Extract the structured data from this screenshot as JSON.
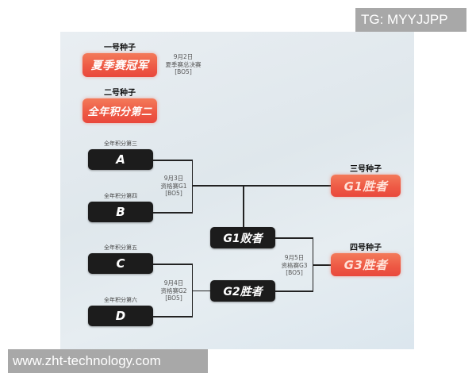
{
  "watermarks": {
    "top_right": "TG: MYYJJPP",
    "bottom_left": "www.zht-technology.com"
  },
  "seeds": {
    "seed1": {
      "label": "一号种子",
      "team": "夏季赛冠军"
    },
    "seed2": {
      "label": "二号种子",
      "team": "全年积分第二"
    },
    "seed3": {
      "label": "三号种子",
      "team": "G1胜者"
    },
    "seed4": {
      "label": "四号种子",
      "team": "G3胜者"
    }
  },
  "finals_info": {
    "date": "9月2日",
    "name": "夏季赛总决赛",
    "format": "[BO5]"
  },
  "teams": [
    {
      "rank": "全年积分第三",
      "name": "A"
    },
    {
      "rank": "全年积分第四",
      "name": "B"
    },
    {
      "rank": "全年积分第五",
      "name": "C"
    },
    {
      "rank": "全年积分第六",
      "name": "D"
    }
  ],
  "matches": {
    "g1": {
      "date": "9月3日",
      "name": "资格赛G1",
      "format": "[BO5]"
    },
    "g2": {
      "date": "9月4日",
      "name": "资格赛G2",
      "format": "[BO5]"
    },
    "g3": {
      "date": "9月5日",
      "name": "资格赛G3",
      "format": "[BO5]"
    }
  },
  "intermediate": {
    "g1_loser": "G1败者",
    "g2_winner": "G2胜者"
  },
  "colors": {
    "seed_box": "#ee5a45",
    "team_box": "#1c1c1c",
    "line": "#222222",
    "watermark_bg": "#a8a8a8"
  }
}
